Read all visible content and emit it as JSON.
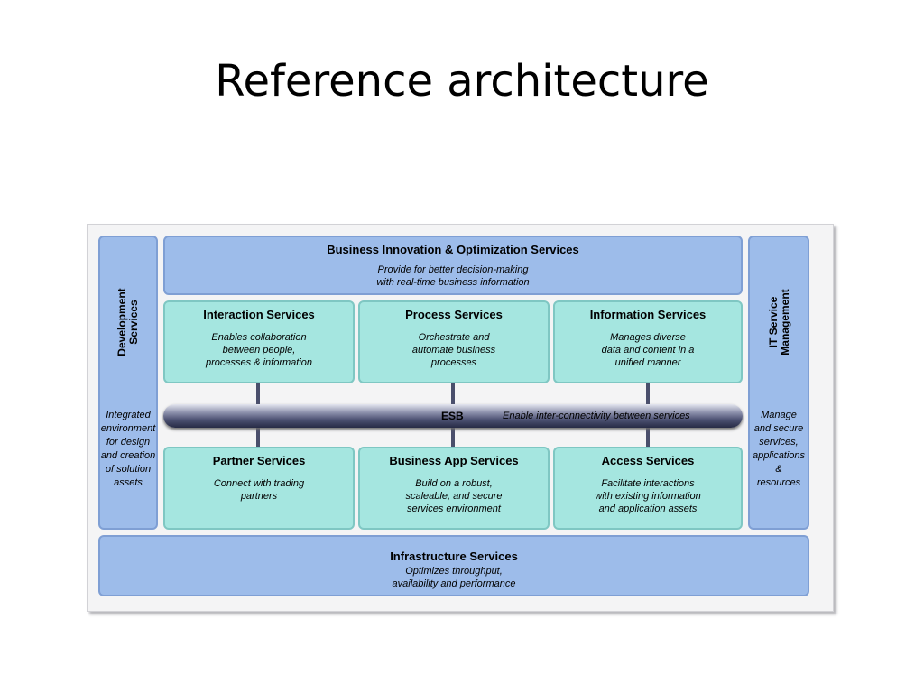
{
  "title": "Reference architecture",
  "diagram": {
    "top": {
      "title": "Business Innovation & Optimization Services",
      "desc": [
        "Provide for better decision-making",
        "with real-time business information"
      ]
    },
    "left": {
      "title": [
        "Development",
        "Services"
      ],
      "desc": [
        "Integrated",
        "environment",
        "for design",
        "and creation",
        "of solution",
        "assets"
      ]
    },
    "right": {
      "title": [
        "IT Service",
        "Management"
      ],
      "desc": [
        "Manage",
        "and secure",
        "services,",
        "applications",
        "&",
        "resources"
      ]
    },
    "upper": [
      {
        "title": "Interaction Services",
        "desc": [
          "Enables collaboration",
          "between people,",
          "processes & information"
        ]
      },
      {
        "title": "Process Services",
        "desc": [
          "Orchestrate and",
          "automate business",
          "processes"
        ]
      },
      {
        "title": "Information Services",
        "desc": [
          "Manages diverse",
          "data and content in a",
          "unified manner"
        ]
      }
    ],
    "esb": {
      "label": "ESB",
      "desc": "Enable inter-connectivity between services"
    },
    "lower": [
      {
        "title": "Partner Services",
        "desc": [
          "Connect with trading",
          "partners"
        ]
      },
      {
        "title": "Business App Services",
        "desc": [
          "Build on a robust,",
          "scaleable, and secure",
          "services environment"
        ]
      },
      {
        "title": "Access Services",
        "desc": [
          "Facilitate interactions",
          "with existing information",
          "and application assets"
        ]
      }
    ],
    "bottom": {
      "title": "Infrastructure Services",
      "desc": [
        "Optimizes throughput,",
        "availability and performance"
      ]
    }
  }
}
